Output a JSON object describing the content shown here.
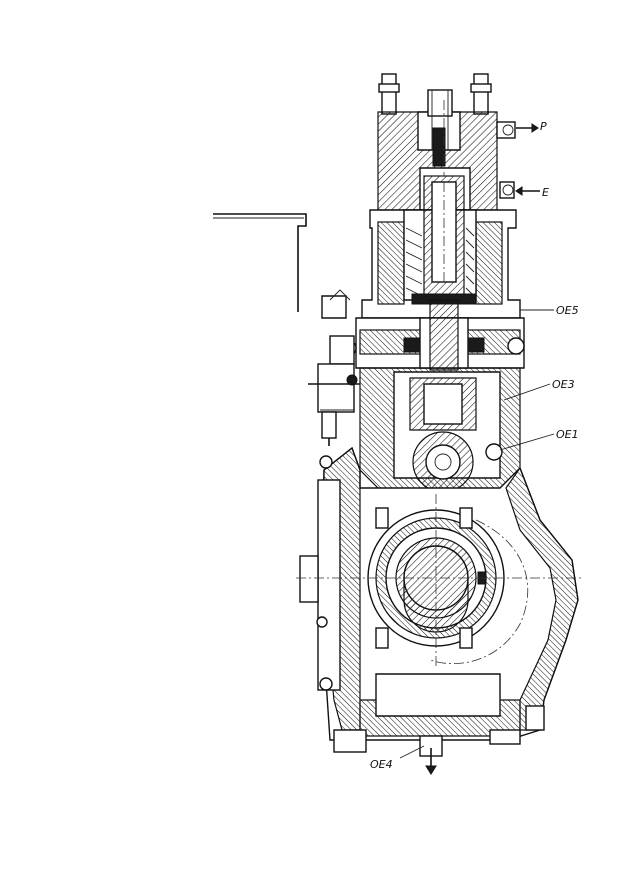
{
  "drawing": {
    "labels": {
      "p": "P",
      "e": "E",
      "oe5": "OE5",
      "oe3": "OE3",
      "oe1": "OE1",
      "oe4": "OE4"
    },
    "colors": {
      "ink": "#111111",
      "paper": "#ffffff"
    }
  }
}
